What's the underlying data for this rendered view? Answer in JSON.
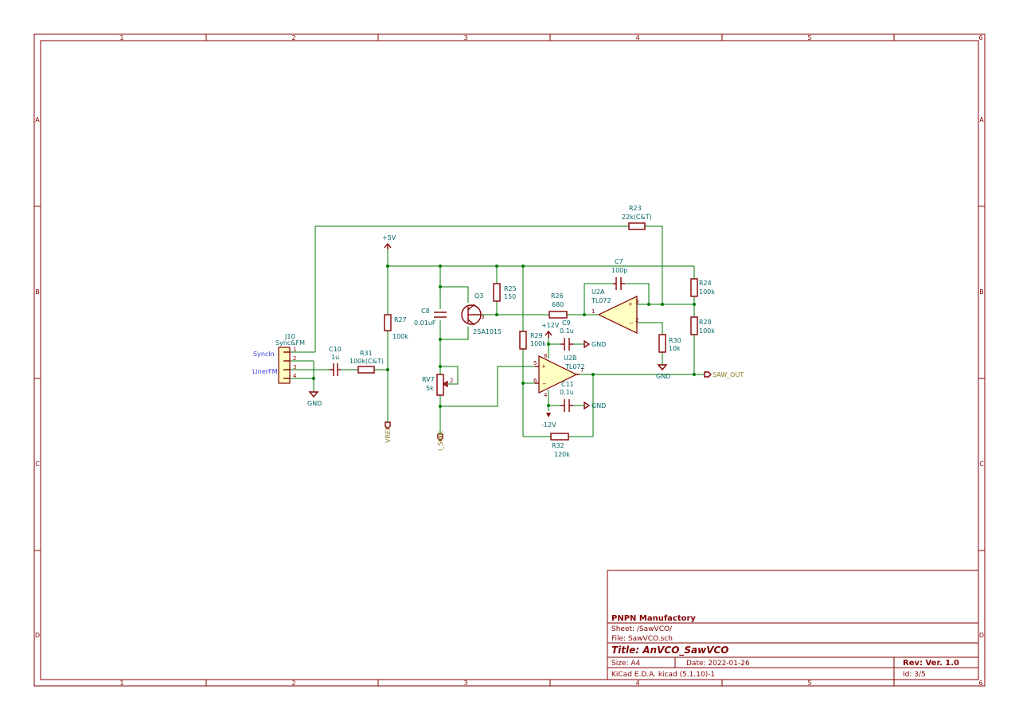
{
  "frame": {
    "columns": [
      "1",
      "2",
      "3",
      "4",
      "5",
      "6"
    ],
    "rows": [
      "A",
      "B",
      "C",
      "D"
    ]
  },
  "title_block": {
    "company": "PNPN Manufactory",
    "sheet": "Sheet: /SawVCO/",
    "file": "File: SawVCO.sch",
    "title": "Title: AnVCO_SawVCO",
    "size": "Size: A4",
    "date": "Date: 2022-01-26",
    "rev": "Rev: Ver. 1.0",
    "tool": "KiCad E.D.A.  kicad (5.1.10)-1",
    "id": "Id: 3/5"
  },
  "components": {
    "j10": {
      "ref": "J10",
      "value": "Sync&FM",
      "pins": [
        "1",
        "2",
        "3",
        "4"
      ]
    },
    "c10": {
      "ref": "C10",
      "value": "1u"
    },
    "r31": {
      "ref": "R31",
      "value": "100k(C&T)"
    },
    "r27": {
      "ref": "R27",
      "value": "100k"
    },
    "c8": {
      "ref": "C8",
      "value": "0.01uF"
    },
    "q3": {
      "ref": "Q3",
      "value": "2SA1015",
      "pin3": "3"
    },
    "r25": {
      "ref": "R25",
      "value": "150"
    },
    "rv7": {
      "ref": "RV7",
      "value": "5k",
      "wiper": "2"
    },
    "r29": {
      "ref": "R29",
      "value": "100k"
    },
    "r26": {
      "ref": "R26",
      "value": "680"
    },
    "r23": {
      "ref": "R23",
      "value": "22k(C&T)"
    },
    "c7": {
      "ref": "C7",
      "value": "100p"
    },
    "u2a": {
      "ref": "U2A",
      "value": "TL072",
      "pin_out": "1",
      "pin_plus": "3",
      "pin_minus": "2"
    },
    "r24": {
      "ref": "R24",
      "value": "100k"
    },
    "r28": {
      "ref": "R28",
      "value": "100k"
    },
    "r30": {
      "ref": "R30",
      "value": "10k"
    },
    "u2b": {
      "ref": "U2B",
      "value": "TL072",
      "pin_plus": "5",
      "pin_minus": "6",
      "pin_out": "7",
      "pin_vp": "8",
      "pin_vm": "4"
    },
    "c9": {
      "ref": "C9",
      "value": "0.1u"
    },
    "c11": {
      "ref": "C11",
      "value": "0.1u"
    },
    "r32": {
      "ref": "R32",
      "value": "120k"
    }
  },
  "power": {
    "p5v": "+5V",
    "p12v": "+12V",
    "m12v": "-12V",
    "gnd": "GND"
  },
  "nets": {
    "syncin": "SyncIn",
    "linerfm": "LinerFM"
  },
  "global_labels": {
    "vref": "VREF",
    "isink": "I_SINK",
    "saw_out": "SAW_OUT"
  }
}
